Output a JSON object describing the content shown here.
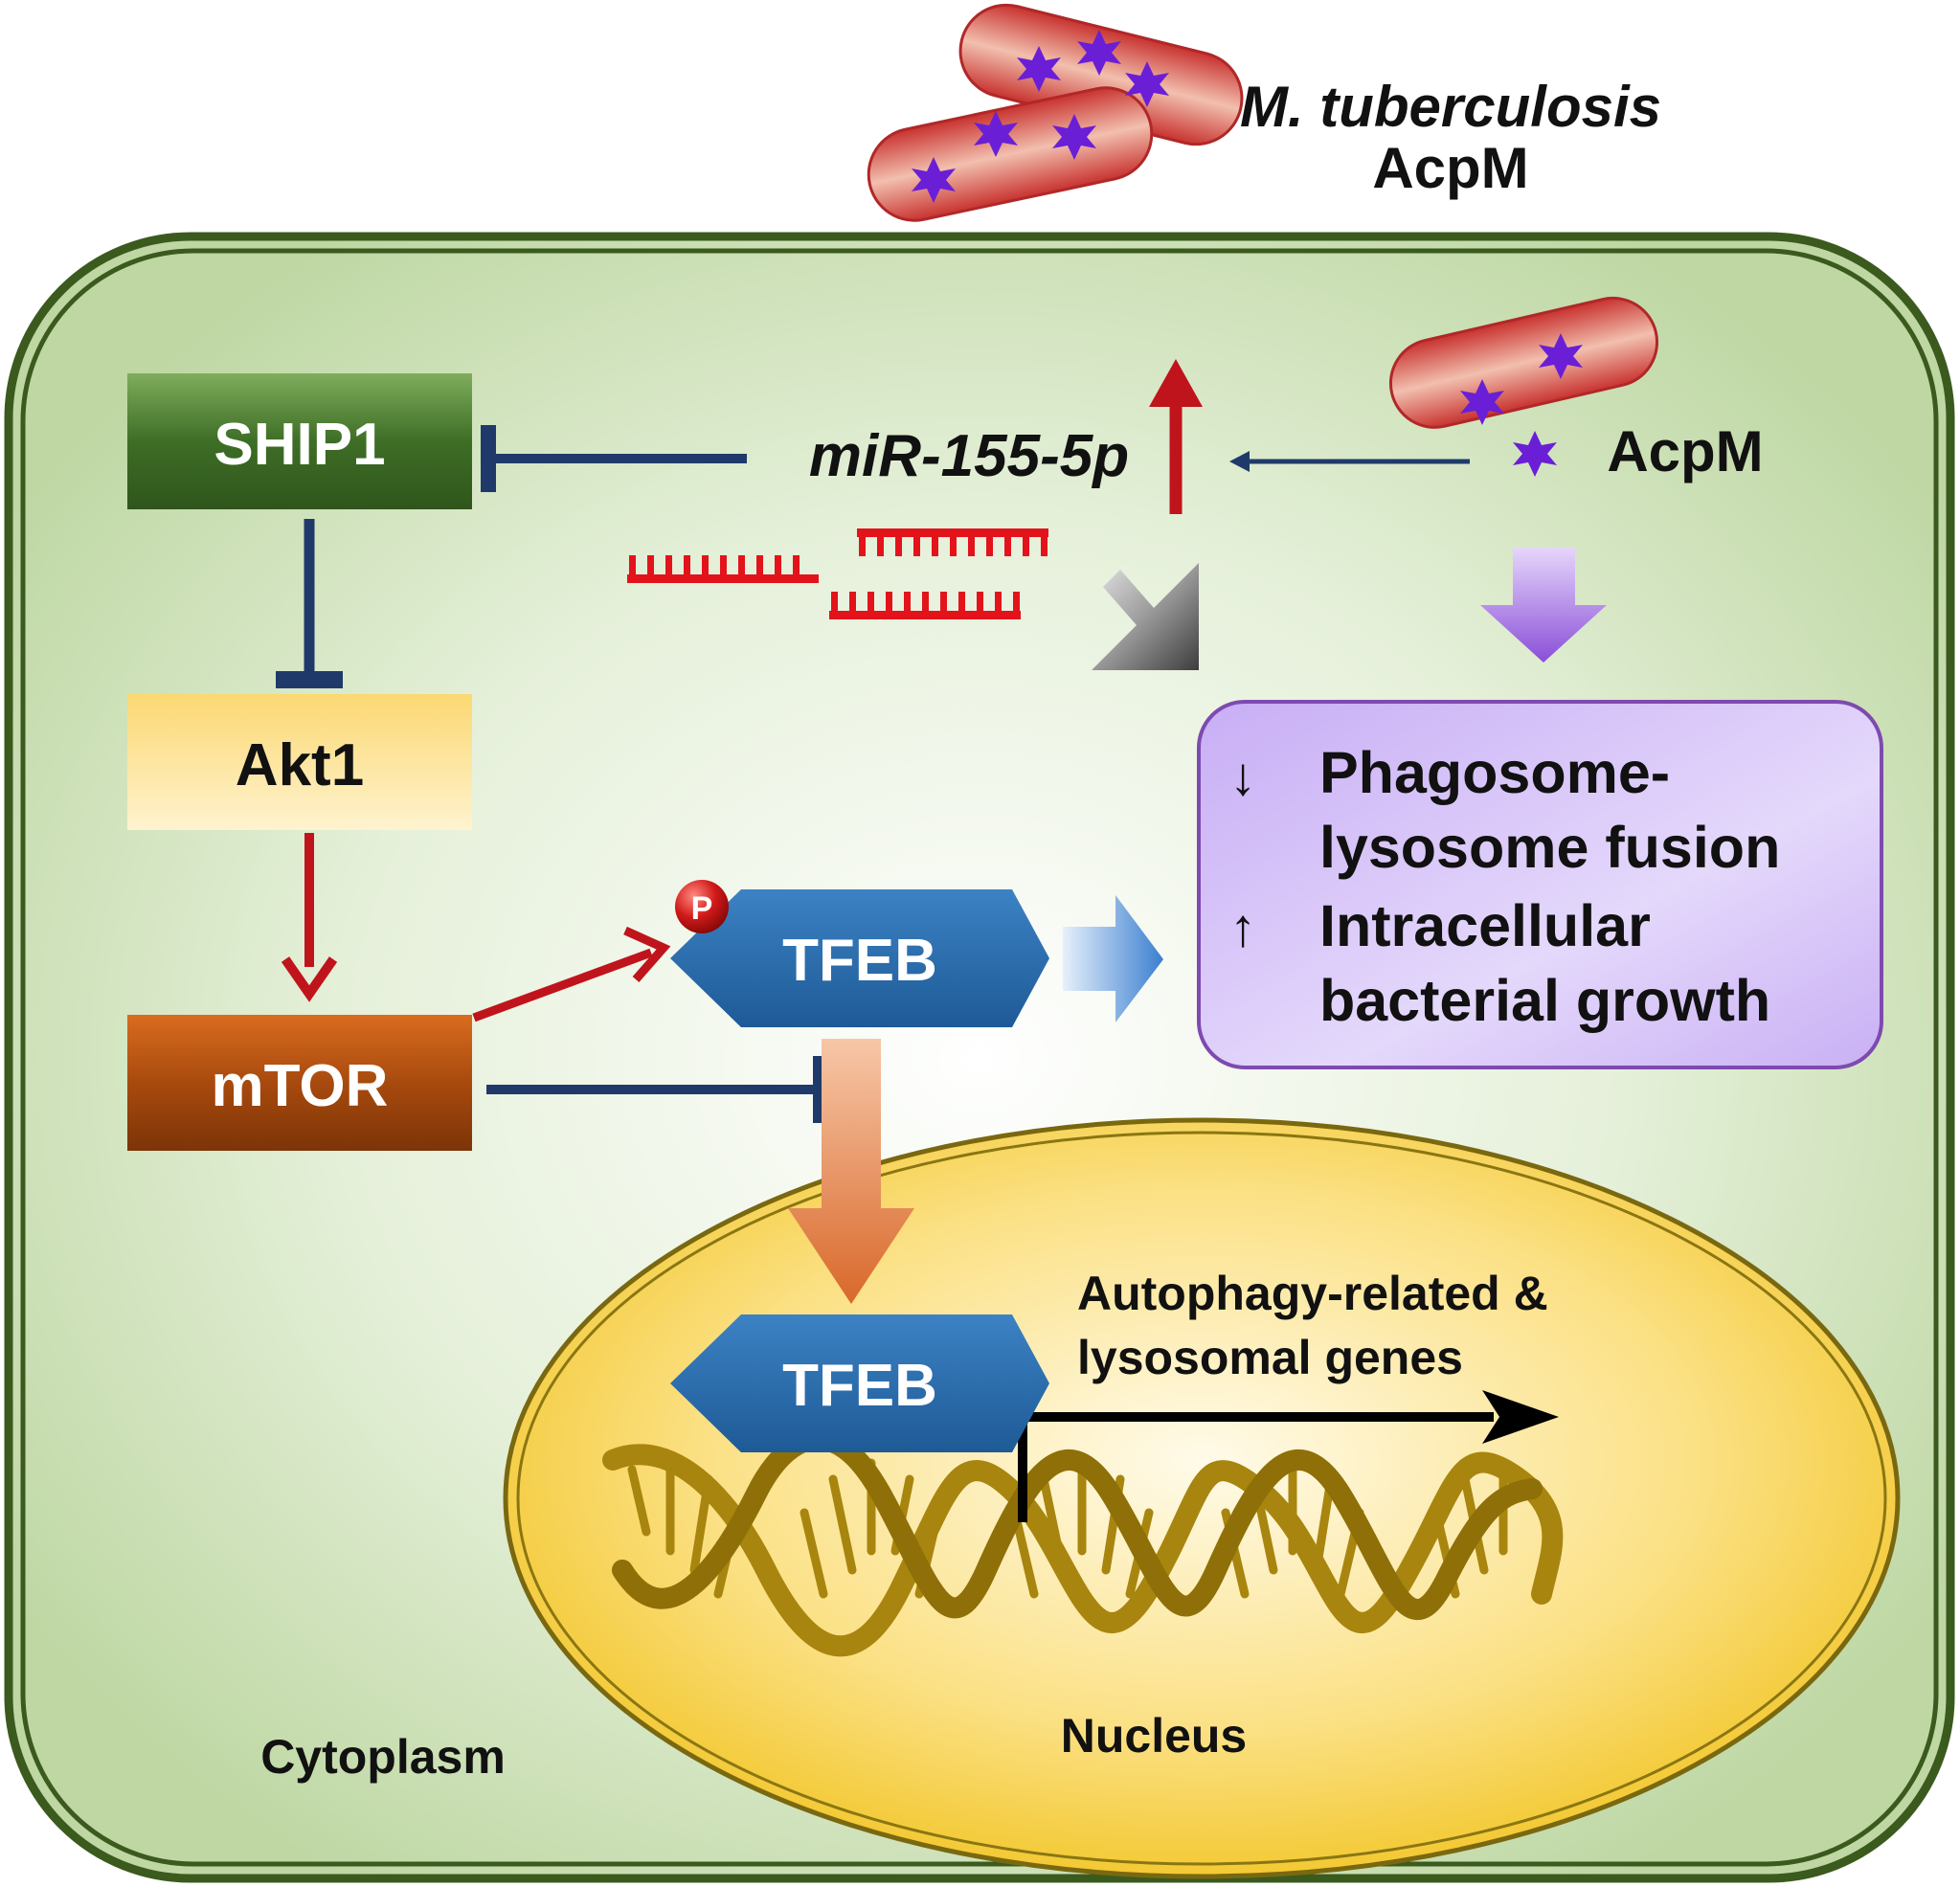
{
  "top": {
    "organism": "M. tuberculosis",
    "protein": "AcpM"
  },
  "cell": {
    "ship1": "SHIP1",
    "akt1": "Akt1",
    "mtor": "mTOR",
    "mirna": "miR-155-5p",
    "acpm": "AcpM",
    "phospho": "P",
    "tfeb_cytoplasm": "TFEB",
    "tfeb_nucleus": "TFEB",
    "cytoplasm": "Cytoplasm",
    "nucleus": "Nucleus",
    "genes_line1": "Autophagy-related &",
    "genes_line2": "lysosomal genes"
  },
  "outcome": {
    "arrow1": "↓",
    "line1": "Phagosome-",
    "line2": "lysosome fusion",
    "arrow2": "↑",
    "line3": "Intracellular",
    "line4": "bacterial growth"
  },
  "colors": {
    "cell_border": "#3b5a1e",
    "ship1": "#3e6e26",
    "akt1": "#fde58f",
    "mtor": "#a84a0e",
    "tfeb": "#2a6aaa",
    "inhibit": "#1f3a6a",
    "activate": "#c0141c",
    "outcome_fill": "#d6c2f7",
    "outcome_border": "#7e4ab0",
    "nucleus": "#f7cd3e",
    "dna": "#b08a0c",
    "bacterium": "#d9746a",
    "star": "#6a1fd6"
  }
}
